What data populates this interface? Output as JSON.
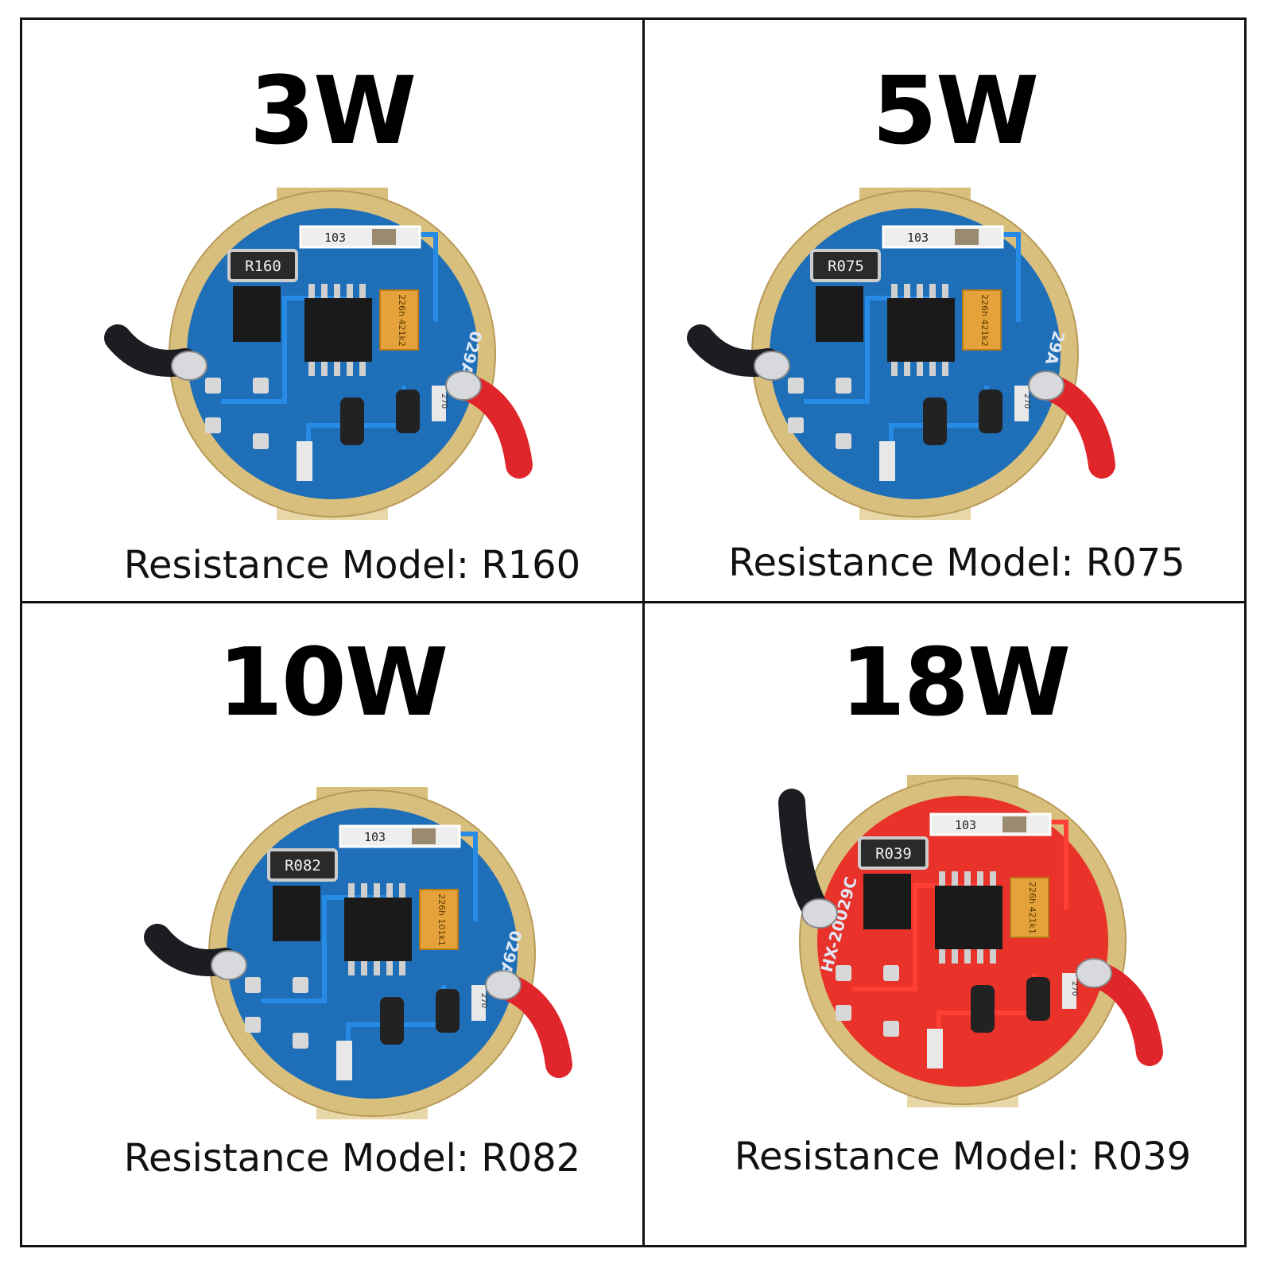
{
  "panels": [
    {
      "power": "3W",
      "caption": "Resistance Model: R160",
      "sense_resistor": "R160",
      "board_color": "#1f6fb8",
      "board_text": "029A",
      "cap_text": "226h 421k2"
    },
    {
      "power": "5W",
      "caption": "Resistance Model: R075",
      "sense_resistor": "R075",
      "board_color": "#1f6fb8",
      "board_text": "29A",
      "cap_text": "226h 421k2"
    },
    {
      "power": "10W",
      "caption": "Resistance Model: R082",
      "sense_resistor": "R082",
      "board_color": "#1f6fb8",
      "board_text": "029A1",
      "cap_text": "226h 101k1"
    },
    {
      "power": "18W",
      "caption": "Resistance Model: R039",
      "sense_resistor": "R039",
      "board_color": "#e8322a",
      "board_text": "HX-20029C",
      "cap_text": "226h 421k1"
    }
  ],
  "component_labels": {
    "top_resistor": "103",
    "small_resistor": "270"
  },
  "colors": {
    "border": "#111111",
    "gold_ring": "#d9bf7e",
    "wire_red": "#e0262b",
    "wire_black": "#1b1d22",
    "chip": "#1a1a1a",
    "capacitor": "#e6a23a"
  }
}
